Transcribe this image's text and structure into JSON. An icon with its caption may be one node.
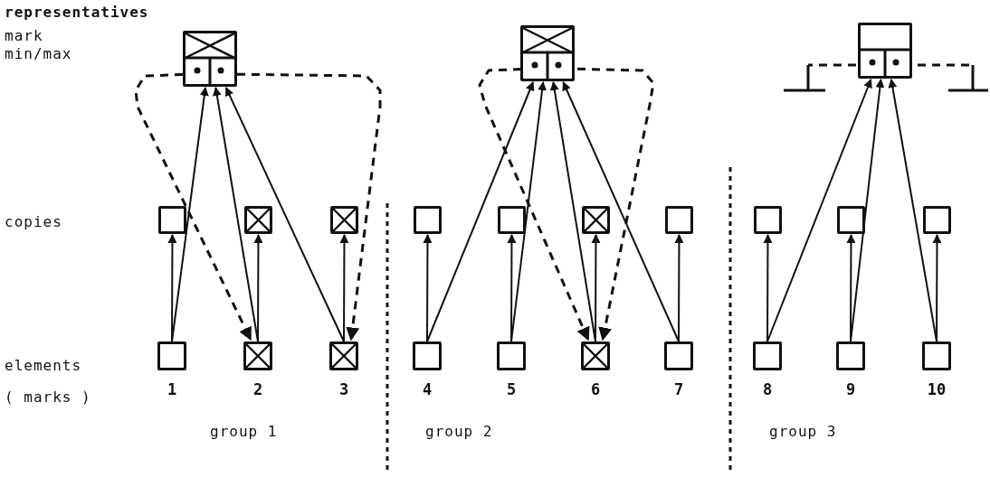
{
  "diagram": {
    "nodes": [
      {
        "text": [],
        "shape": "crossed-box"
      },
      {
        "text": [],
        "shape": "crossed-box"
      },
      {
        "text": [],
        "shape": "box"
      },
      {
        "text": [],
        "shape": "box"
      },
      {
        "text": [],
        "shape": "crossed-box"
      },
      {
        "text": [],
        "shape": "crossed-box"
      },
      {
        "text": [],
        "shape": "box"
      },
      {
        "text": [],
        "shape": "box"
      },
      {
        "text": [],
        "shape": "crossed-box"
      },
      {
        "text": [],
        "shape": "box"
      },
      {
        "text": [],
        "shape": "box"
      },
      {
        "text": [],
        "shape": "box"
      },
      {
        "text": [],
        "shape": "box"
      },
      {
        "text": [],
        "shape": "box",
        "beside": [
          "1"
        ]
      },
      {
        "text": [],
        "shape": "crossed-box",
        "beside": [
          "2"
        ]
      },
      {
        "text": [],
        "shape": "crossed-box",
        "beside": [
          "3"
        ]
      },
      {
        "text": [],
        "shape": "box",
        "beside": [
          "4"
        ]
      },
      {
        "text": [],
        "shape": "box",
        "beside": [
          "5"
        ]
      },
      {
        "text": [],
        "shape": "crossed-box",
        "beside": [
          "6"
        ]
      },
      {
        "text": [],
        "shape": "box",
        "beside": [
          "7"
        ]
      },
      {
        "text": [],
        "shape": "box",
        "beside": [
          "8"
        ]
      },
      {
        "text": [],
        "shape": "box",
        "beside": [
          "9"
        ]
      },
      {
        "text": [],
        "shape": "box",
        "beside": [
          "10"
        ]
      },
      {
        "text": [],
        "shape": "ground"
      },
      {
        "text": [],
        "shape": "ground"
      }
    ],
    "edges": [
      {
        "from": 13,
        "to": 3,
        "arrow": "to"
      },
      {
        "from": 14,
        "to": 4,
        "arrow": "to"
      },
      {
        "from": 15,
        "to": 5,
        "arrow": "to"
      },
      {
        "from": 16,
        "to": 6,
        "arrow": "to"
      },
      {
        "from": 17,
        "to": 7,
        "arrow": "to"
      },
      {
        "from": 18,
        "to": 8,
        "arrow": "to"
      },
      {
        "from": 19,
        "to": 9,
        "arrow": "to"
      },
      {
        "from": 20,
        "to": 10,
        "arrow": "to"
      },
      {
        "from": 21,
        "to": 11,
        "arrow": "to"
      },
      {
        "from": 22,
        "to": 12,
        "arrow": "to"
      },
      {
        "from": 13,
        "to": 0,
        "arrow": "to"
      },
      {
        "from": 14,
        "to": 0,
        "arrow": "to"
      },
      {
        "from": 15,
        "to": 0,
        "arrow": "to"
      },
      {
        "from": 16,
        "to": 1,
        "arrow": "to"
      },
      {
        "from": 17,
        "to": 1,
        "arrow": "to"
      },
      {
        "from": 18,
        "to": 1,
        "arrow": "to"
      },
      {
        "from": 19,
        "to": 1,
        "arrow": "to"
      },
      {
        "from": 20,
        "to": 2,
        "arrow": "to"
      },
      {
        "from": 21,
        "to": 2,
        "arrow": "to"
      },
      {
        "from": 22,
        "to": 2,
        "arrow": "to"
      },
      {
        "from": 0,
        "to": 14,
        "arrow": "to",
        "style": "dashed"
      },
      {
        "from": 0,
        "to": 15,
        "arrow": "to",
        "style": "dashed"
      },
      {
        "from": 1,
        "to": 18,
        "arrow": "to",
        "style": "dashed"
      },
      {
        "from": 1,
        "to": 18,
        "arrow": "to",
        "style": "dashed"
      },
      {
        "from": 2,
        "to": 23,
        "arrow": "none",
        "style": "dashed"
      },
      {
        "from": 2,
        "to": 24,
        "arrow": "none",
        "style": "dashed"
      }
    ],
    "labels": [
      "representatives",
      "mark",
      "min/max",
      "copies",
      "elements",
      "( marks )",
      "group 1",
      "group 2",
      "group 3"
    ]
  }
}
